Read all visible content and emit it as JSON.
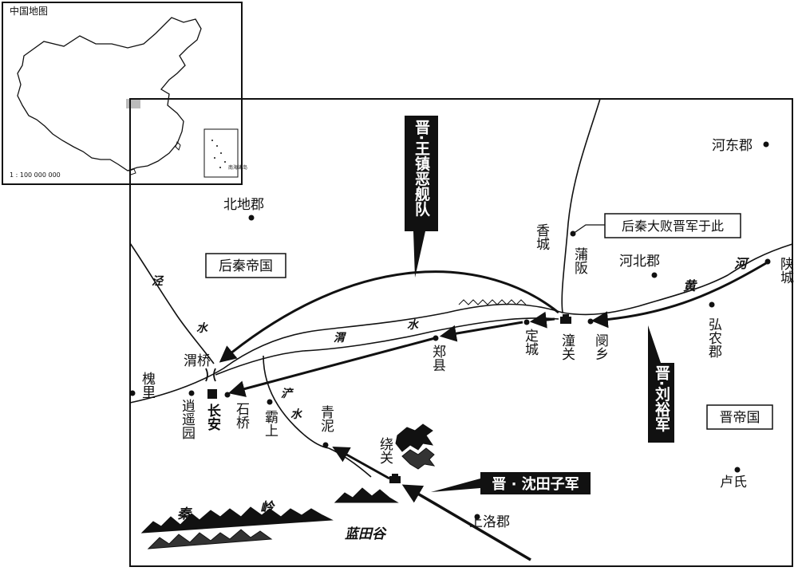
{
  "inset": {
    "title": "中国地图",
    "scale": "1 : 100 000 000",
    "south_sea_label": "南海诸岛"
  },
  "labels": {
    "beidi": "北地郡",
    "hedong": "河东郡",
    "xiangcheng": "香城",
    "puban": "蒲阪",
    "hebei": "河北郡",
    "shancheng": "陕城",
    "hongnong": "弘农郡",
    "wenxiang": "阌乡",
    "tongguan": "潼关",
    "dingcheng": "定城",
    "zhengxian": "郑县",
    "weiqiao": "渭桥",
    "huaili": "槐里",
    "xiaoyaoyuan": "逍遥园",
    "changan": "长安",
    "shiqiao": "石桥",
    "bashang": "霸上",
    "qingni": "青泥",
    "raoguan": "绕关",
    "shangluo": "上洛郡",
    "lushi": "卢氏",
    "lantiangu": "蓝田谷"
  },
  "boxes": {
    "houqin": "后秦帝国",
    "jin": "晋帝国",
    "defeat_note": "后秦大败晋军于此"
  },
  "banners": {
    "wang": "晋·王镇恶舰队",
    "liu": "晋·刘裕军",
    "shen": "晋 · 沈田子军"
  },
  "rivers": {
    "jing": "泾",
    "jing_shui": "水",
    "wei": "渭",
    "wei_shui": "水",
    "chan": "浐",
    "chan_shui": "水",
    "huang": "黄",
    "he": "河"
  },
  "mountains": {
    "qin": "秦",
    "ling": "岭"
  }
}
